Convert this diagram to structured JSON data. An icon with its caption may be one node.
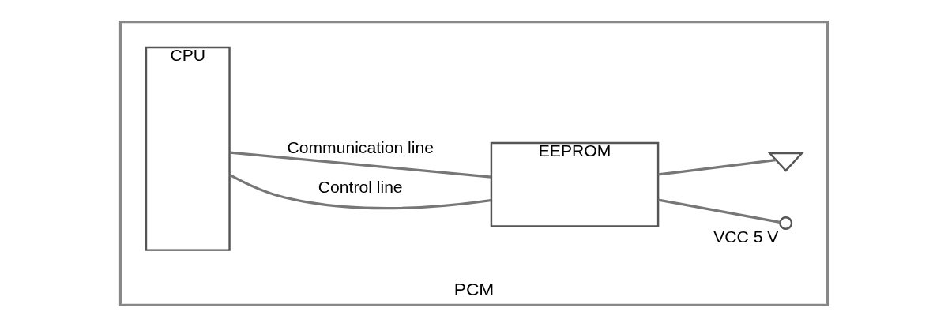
{
  "diagram": {
    "nodes": [
      {
        "text": [
          "PCM"
        ]
      },
      {
        "text": [
          "CPU"
        ],
        "in": 0
      },
      {
        "text": [
          "EEPROM"
        ],
        "in": 0
      },
      {
        "text": [
          "VCC 5 V"
        ],
        "in": 0
      },
      {
        "text": [],
        "shape": "ground",
        "in": 0
      }
    ],
    "edges": [
      {
        "from": 1,
        "to": 2,
        "arrow": "none",
        "label": "Control line"
      },
      {
        "from": 1,
        "to": 2,
        "arrow": "none",
        "label": "Communication line"
      },
      {
        "from": 2,
        "to": 3,
        "arrow": "none"
      },
      {
        "from": 2,
        "to": 4,
        "arrow": "none"
      }
    ]
  }
}
